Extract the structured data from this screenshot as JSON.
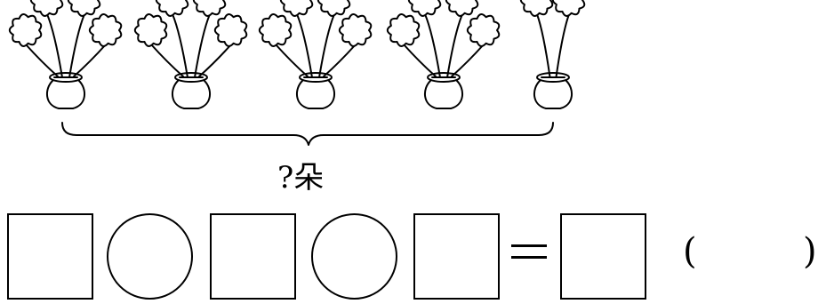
{
  "question": {
    "bracket_label": "?朵",
    "paren_open": "(",
    "paren_close": ")"
  },
  "illustration": {
    "pots": [
      {
        "flowers": 4
      },
      {
        "flowers": 4
      },
      {
        "flowers": 4
      },
      {
        "flowers": 4
      },
      {
        "flowers": 2
      }
    ]
  },
  "answer_row": {
    "slots": [
      "box",
      "circle",
      "box",
      "circle",
      "box",
      "equals",
      "box"
    ]
  }
}
